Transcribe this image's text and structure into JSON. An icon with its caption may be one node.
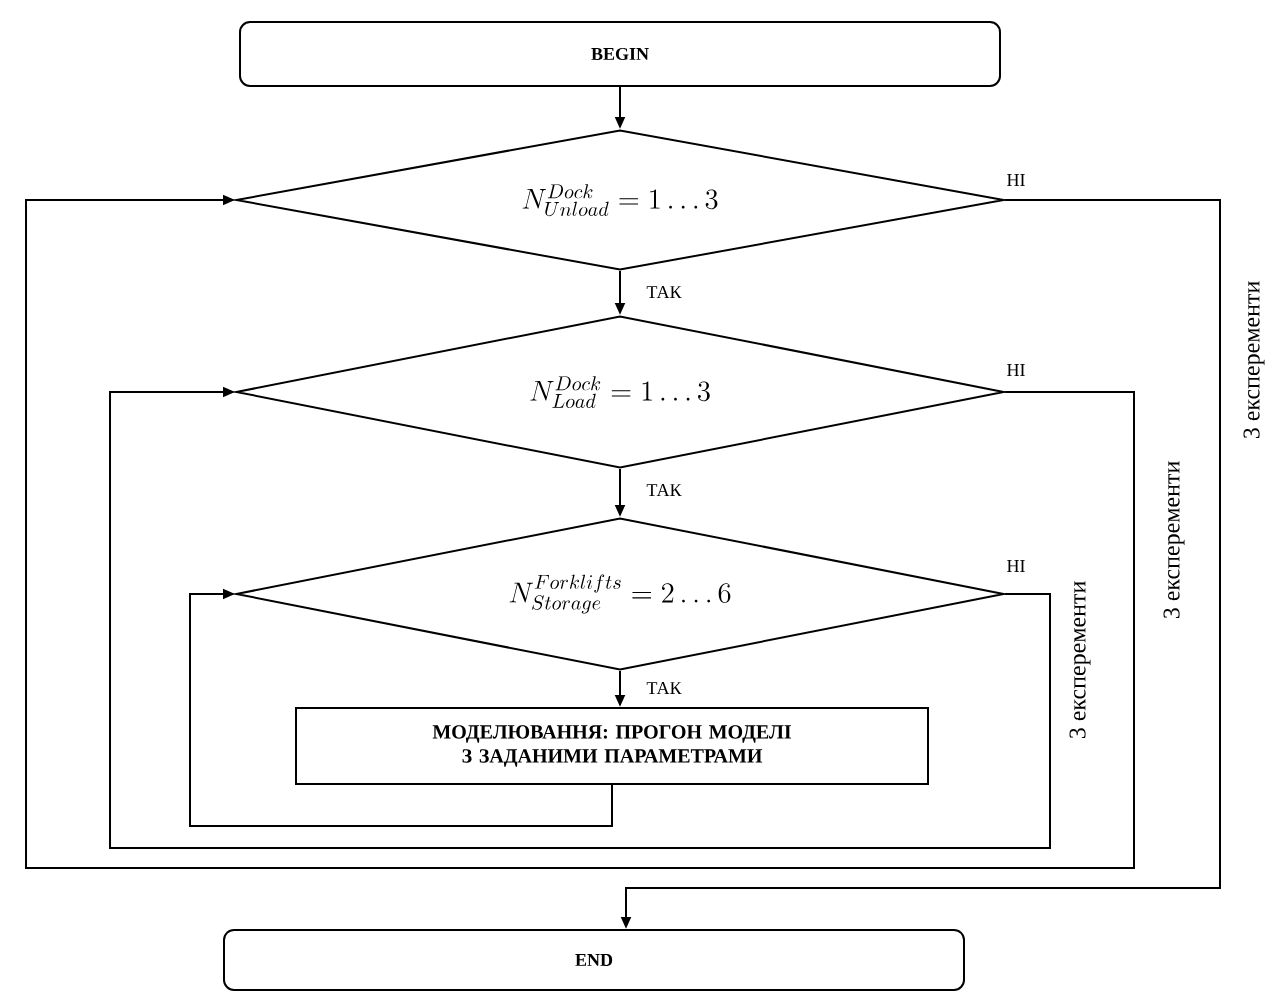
{
  "diagram": {
    "nodes": [
      {
        "text": [
          "BEGIN"
        ]
      },
      {
        "text": [
          "N_{Unload}^{Dock}=1\\dots 3"
        ]
      },
      {
        "text": [
          "N_{Load}^{Dock}=1\\dots 3"
        ]
      },
      {
        "text": [
          "N_{Storage}^{Forklifts}=2\\dots 6"
        ]
      },
      {
        "text": [
          "МОДЕЛЮВАННЯ: ПРОГОН МОДЕЛІ З ЗАДАНИМИ ПАРАМЕТРАМИ"
        ]
      },
      {
        "text": [
          "END"
        ]
      }
    ],
    "edges": [
      {
        "from": 0,
        "to": 1,
        "arrow": "to"
      },
      {
        "from": 1,
        "to": 2,
        "arrow": "to",
        "label": "ТАК"
      },
      {
        "from": 2,
        "to": 3,
        "arrow": "to",
        "label": "ТАК"
      },
      {
        "from": 3,
        "to": 4,
        "arrow": "to",
        "label": "ТАК"
      },
      {
        "from": 4,
        "to": 3,
        "arrow": "to"
      },
      {
        "from": 3,
        "to": 2,
        "arrow": "to",
        "label": "НІ"
      },
      {
        "from": 2,
        "to": 1,
        "arrow": "to",
        "label": "НІ"
      },
      {
        "from": 1,
        "to": 5,
        "arrow": "to",
        "label": "НІ"
      }
    ],
    "labels": [
      "3 експеременти",
      "3 експеременти",
      "3 експеременти"
    ]
  }
}
